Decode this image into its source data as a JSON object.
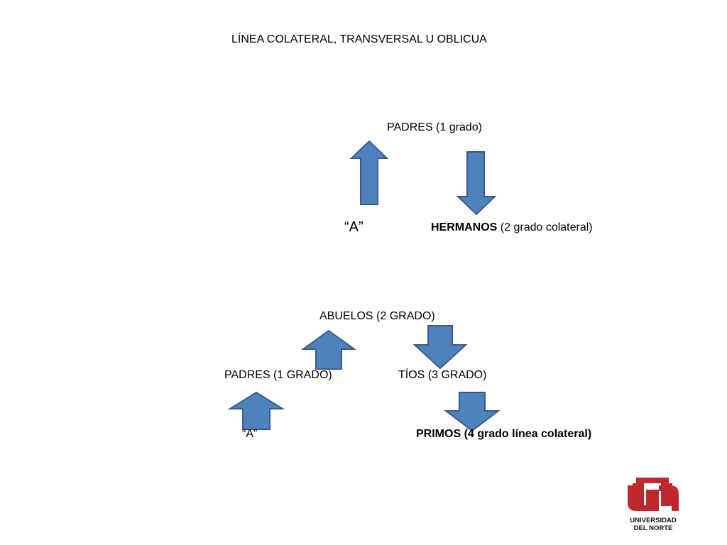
{
  "title": "LÍNEA COLATERAL, TRANSVERSAL U OBLICUA",
  "diagram1": {
    "padres": "PADRES (1 grado)",
    "ego": "“A”",
    "hermanos_bold": "HERMANOS",
    "hermanos_rest": " (2 grado colateral)"
  },
  "diagram2": {
    "abuelos": "ABUELOS (2 GRADO)",
    "padres": "PADRES (1 GRADO)",
    "tios": "TÍOS (3 GRADO)",
    "ego": "“A”",
    "primos": "PRIMOS (4 grado línea colateral)"
  },
  "logo": {
    "mark": "UN",
    "line1": "UNIVERSIDAD",
    "line2": "DEL NORTE"
  },
  "colors": {
    "arrow_fill": "#4f81bd",
    "arrow_stroke": "#385d8a",
    "logo_red": "#c0282d"
  }
}
